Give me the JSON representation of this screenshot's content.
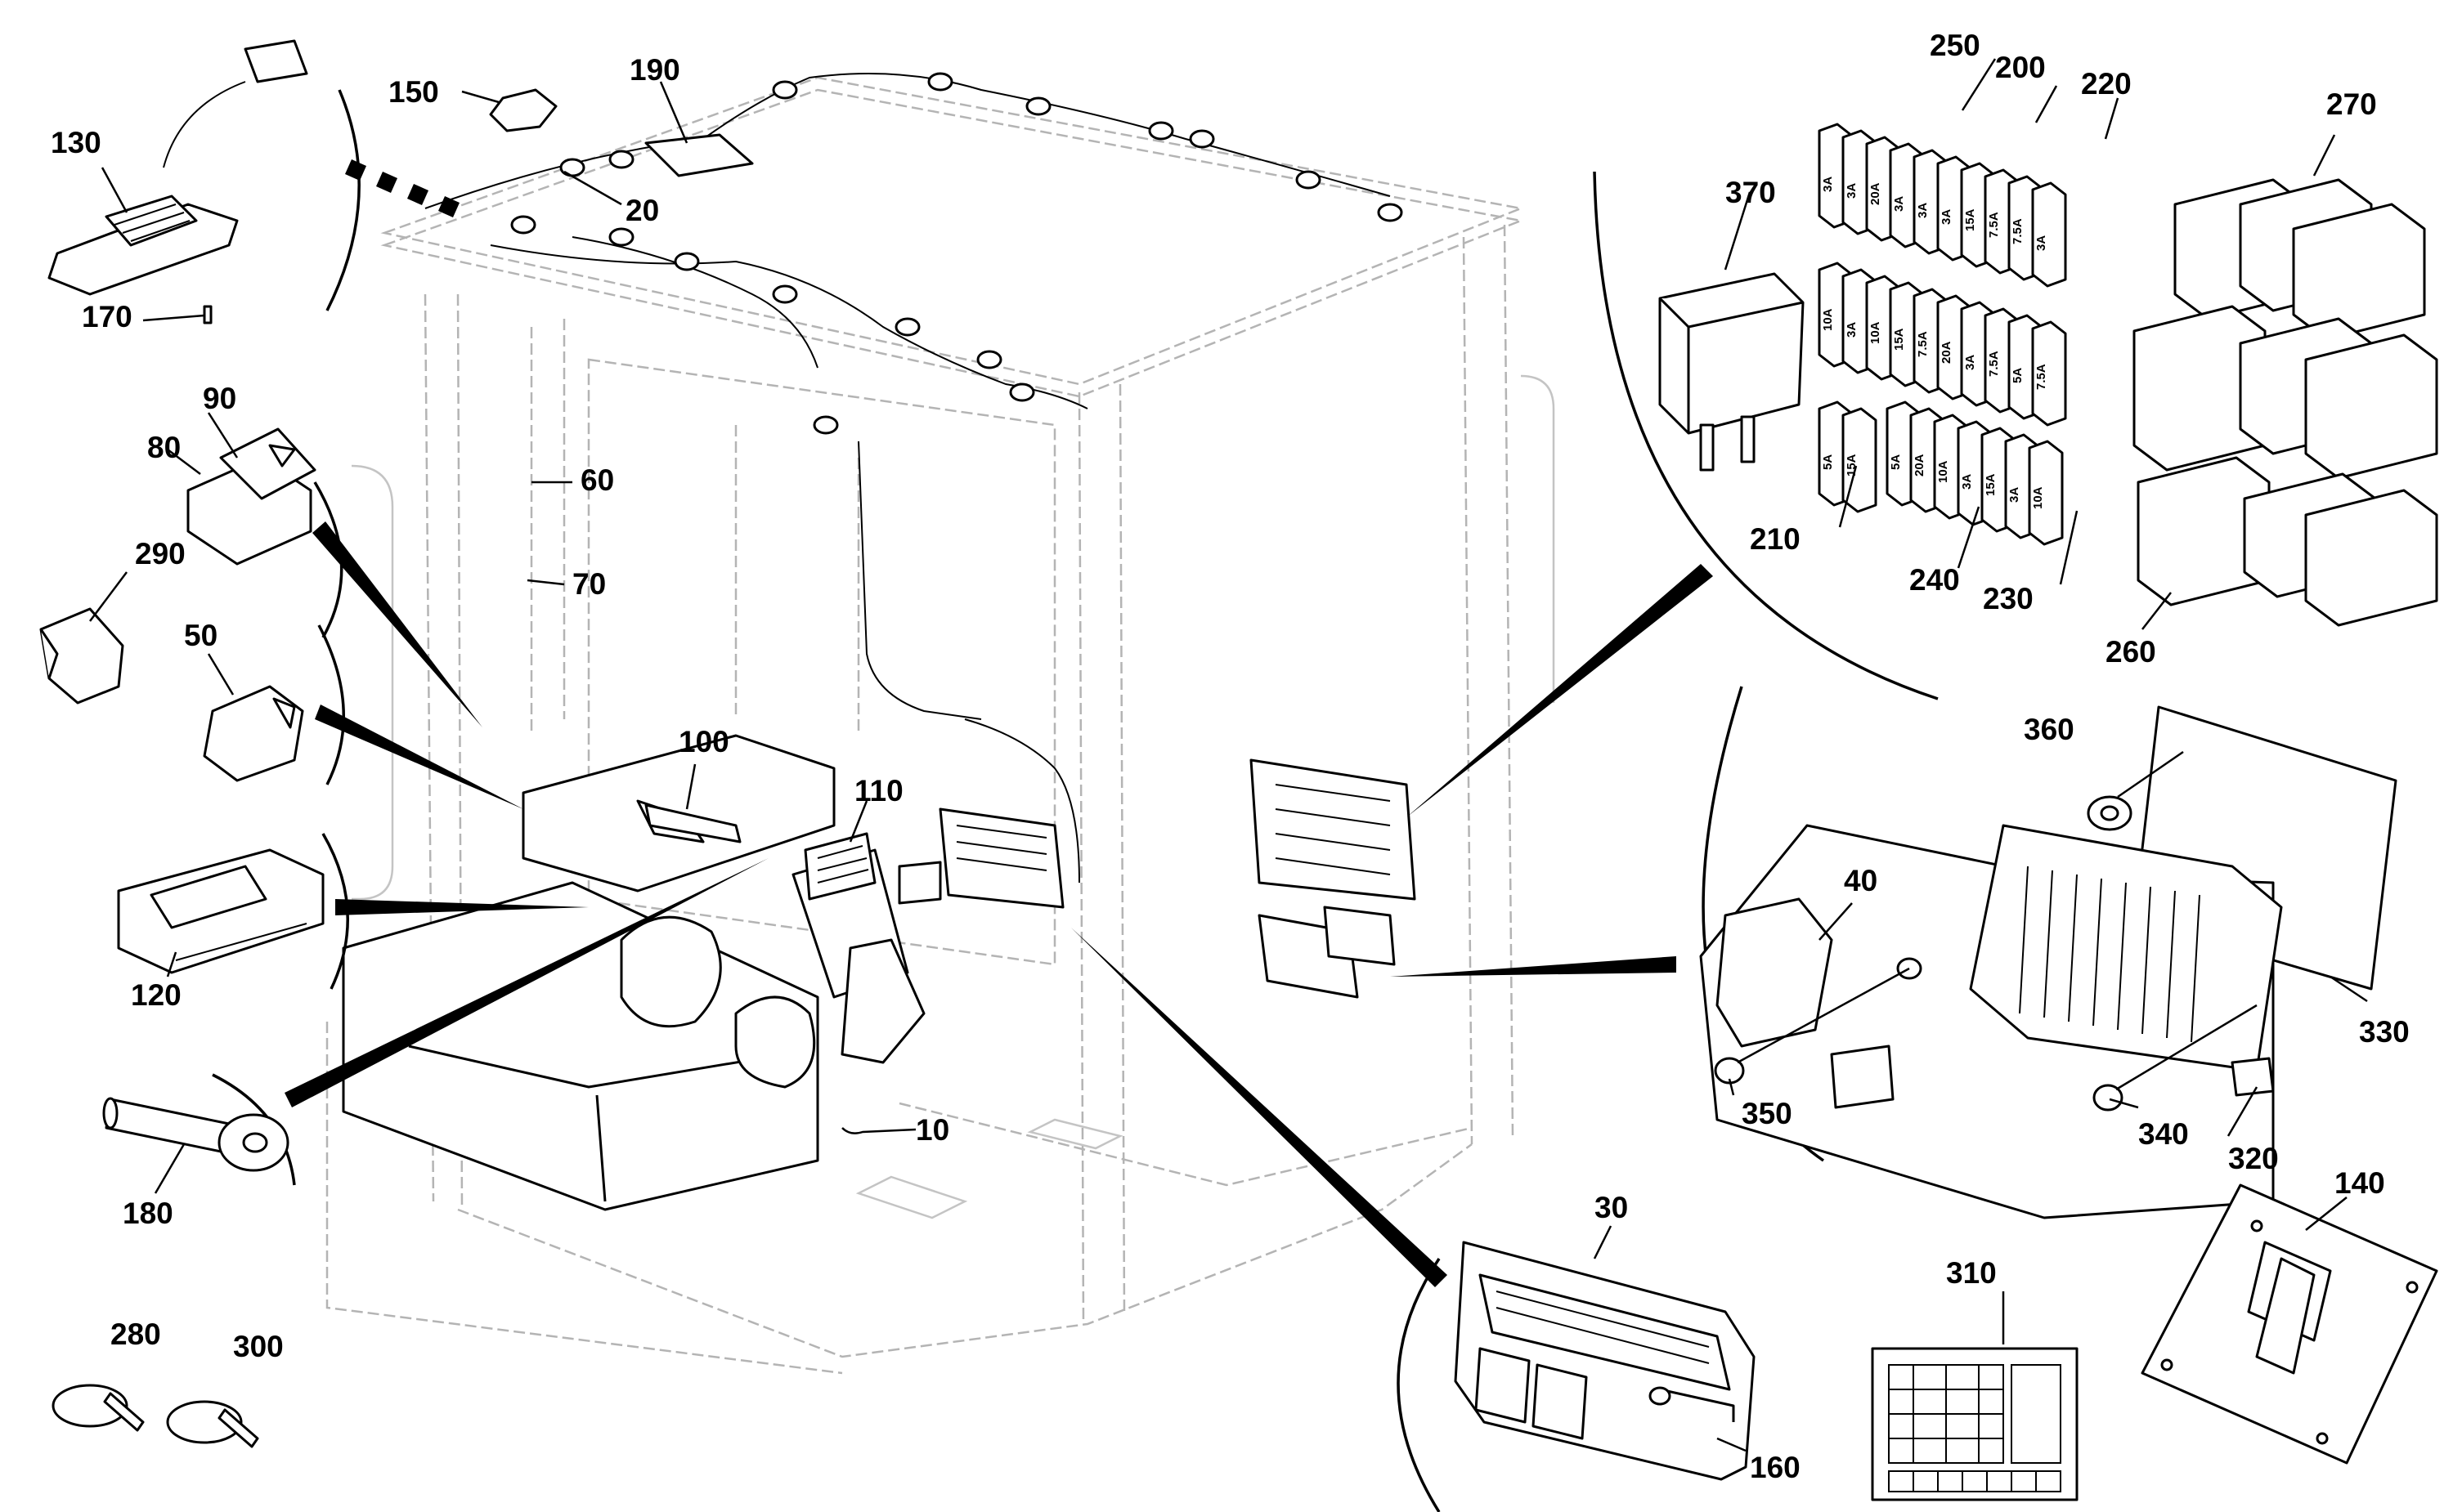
{
  "callouts": [
    {
      "id": "10",
      "text": "10"
    },
    {
      "id": "20",
      "text": "20"
    },
    {
      "id": "30",
      "text": "30"
    },
    {
      "id": "40",
      "text": "40"
    },
    {
      "id": "50",
      "text": "50"
    },
    {
      "id": "60",
      "text": "60"
    },
    {
      "id": "70",
      "text": "70"
    },
    {
      "id": "80",
      "text": "80"
    },
    {
      "id": "90",
      "text": "90"
    },
    {
      "id": "100",
      "text": "100"
    },
    {
      "id": "110",
      "text": "110"
    },
    {
      "id": "120",
      "text": "120"
    },
    {
      "id": "130",
      "text": "130"
    },
    {
      "id": "140",
      "text": "140"
    },
    {
      "id": "150",
      "text": "150"
    },
    {
      "id": "160",
      "text": "160"
    },
    {
      "id": "170",
      "text": "170"
    },
    {
      "id": "180",
      "text": "180"
    },
    {
      "id": "190",
      "text": "190"
    },
    {
      "id": "200",
      "text": "200"
    },
    {
      "id": "210",
      "text": "210"
    },
    {
      "id": "220",
      "text": "220"
    },
    {
      "id": "230",
      "text": "230"
    },
    {
      "id": "240",
      "text": "240"
    },
    {
      "id": "250",
      "text": "250"
    },
    {
      "id": "260",
      "text": "260"
    },
    {
      "id": "270",
      "text": "270"
    },
    {
      "id": "280",
      "text": "280"
    },
    {
      "id": "290",
      "text": "290"
    },
    {
      "id": "300",
      "text": "300"
    },
    {
      "id": "310",
      "text": "310"
    },
    {
      "id": "320",
      "text": "320"
    },
    {
      "id": "330",
      "text": "330"
    },
    {
      "id": "340",
      "text": "340"
    },
    {
      "id": "350",
      "text": "350"
    },
    {
      "id": "360",
      "text": "360"
    },
    {
      "id": "370",
      "text": "370"
    }
  ],
  "fuse_rows": [
    {
      "id": "row1",
      "labels": [
        "3A",
        "3A",
        "20A",
        "3A",
        "3A",
        "3A",
        "15A",
        "7.5A",
        "7.5A",
        "3A"
      ]
    },
    {
      "id": "row2",
      "labels": [
        "10A",
        "3A",
        "10A",
        "15A",
        "7.5A",
        "20A",
        "3A",
        "7.5A",
        "5A",
        "7.5A"
      ]
    },
    {
      "id": "row3a",
      "labels": [
        "5A",
        "15A"
      ]
    },
    {
      "id": "row3b",
      "labels": [
        "5A",
        "20A",
        "10A",
        "3A",
        "15A",
        "3A",
        "10A"
      ]
    }
  ],
  "icons": [
    "switch-icon",
    "display-icon",
    "relay-icon",
    "fuse-icon",
    "control-unit-icon",
    "cable-tie-icon",
    "bolt-icon",
    "lamp-icon"
  ]
}
